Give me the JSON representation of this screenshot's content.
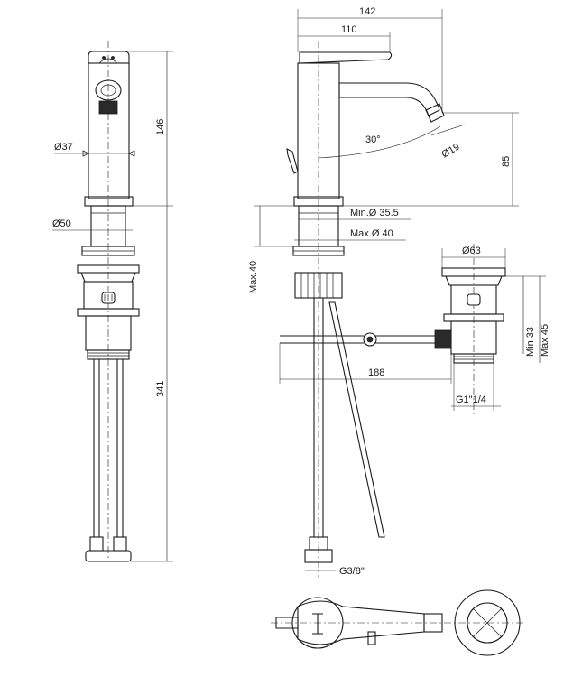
{
  "dimensions": {
    "spout_reach": "142",
    "lever_length": "110",
    "body_diameter": "Ø37",
    "body_height": "146",
    "flange_diameter": "Ø50",
    "total_height": "341",
    "spout_angle": "30°",
    "aerator_diameter": "Ø19",
    "spout_height": "85",
    "hole_min": "Min.Ø 35.5",
    "hole_max": "Max.Ø 40",
    "deck_max": "Max.40",
    "waste_diameter": "Ø63",
    "waste_min": "Min 33",
    "waste_max": "Max 45",
    "pull_rod_length": "188",
    "waste_thread": "G1\"1/4",
    "supply_thread": "G3/8\""
  },
  "colors": {
    "line": "#1a1a1a",
    "background": "#ffffff"
  }
}
